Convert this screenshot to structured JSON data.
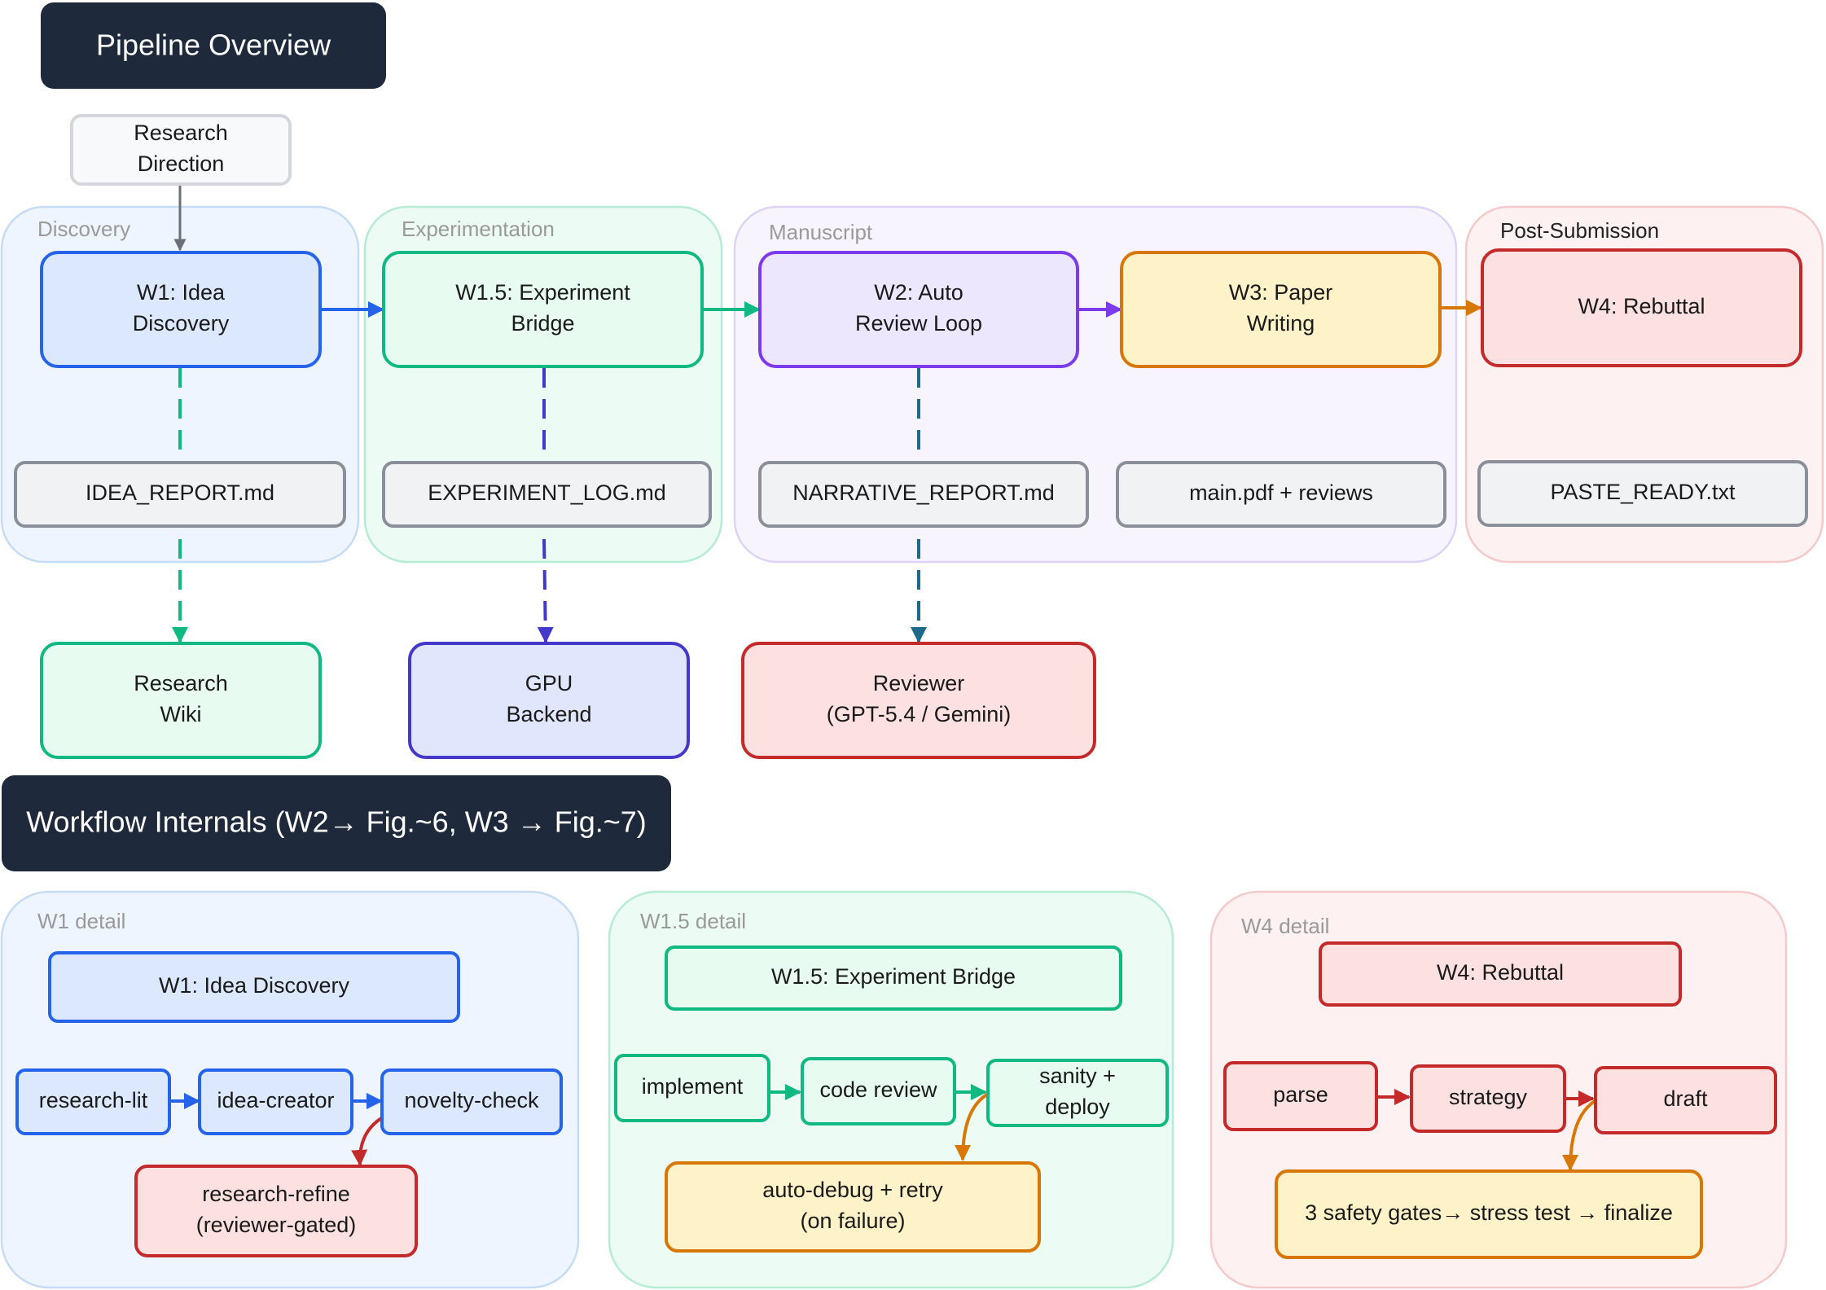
{
  "headers": {
    "pipeline": "Pipeline Overview",
    "internals": "Workflow Internals (W2→ Fig.~6, W3 → Fig.~7)"
  },
  "groups": {
    "discovery": "Discovery",
    "experimentation": "Experimentation",
    "manuscript": "Manuscript",
    "post_submission": "Post-Submission",
    "w1_detail": "W1 detail",
    "w15_detail": "W1.5 detail",
    "w4_detail": "W4 detail"
  },
  "nodes": {
    "research_direction": [
      "Research",
      "Direction"
    ],
    "w1": [
      "W1: Idea",
      "Discovery"
    ],
    "w15": [
      "W1.5: Experiment",
      "Bridge"
    ],
    "w2": [
      "W2: Auto",
      "Review Loop"
    ],
    "w3": [
      "W3: Paper",
      "Writing"
    ],
    "w4": [
      "W4: Rebuttal"
    ],
    "idea_report": [
      "IDEA_REPORT.md"
    ],
    "experiment_log": [
      "EXPERIMENT_LOG.md"
    ],
    "narrative_report": [
      "NARRATIVE_REPORT.md"
    ],
    "main_pdf": [
      "main.pdf + reviews"
    ],
    "paste_ready": [
      "PASTE_READY.txt"
    ],
    "research_wiki": [
      "Research",
      "Wiki"
    ],
    "gpu_backend": [
      "GPU",
      "Backend"
    ],
    "reviewer": [
      "Reviewer",
      "(GPT-5.4 / Gemini)"
    ],
    "d_w1_title": [
      "W1: Idea Discovery"
    ],
    "d_research_lit": [
      "research-lit"
    ],
    "d_idea_creator": [
      "idea-creator"
    ],
    "d_novelty_check": [
      "novelty-check"
    ],
    "d_research_refine": [
      "research-refine",
      "(reviewer-gated)"
    ],
    "d_w15_title": [
      "W1.5: Experiment Bridge"
    ],
    "d_implement": [
      "implement"
    ],
    "d_code_review": [
      "code review"
    ],
    "d_sanity": [
      "sanity +",
      "deploy"
    ],
    "d_auto_debug": [
      "auto-debug + retry",
      "(on failure)"
    ],
    "d_w4_title": [
      "W4: Rebuttal"
    ],
    "d_parse": [
      "parse"
    ],
    "d_strategy": [
      "strategy"
    ],
    "d_draft": [
      "draft"
    ],
    "d_gates": [
      "3 safety gates→ stress test → finalize"
    ]
  },
  "colors": {
    "blue": "#2563eb",
    "green": "#10b981",
    "purple": "#7c3aed",
    "orange": "#d97706",
    "red": "#c52a2a",
    "indigo": "#4338ca",
    "teal": "#1e6a8a",
    "gray": "#8a8f99",
    "navy": "#1e293b"
  }
}
